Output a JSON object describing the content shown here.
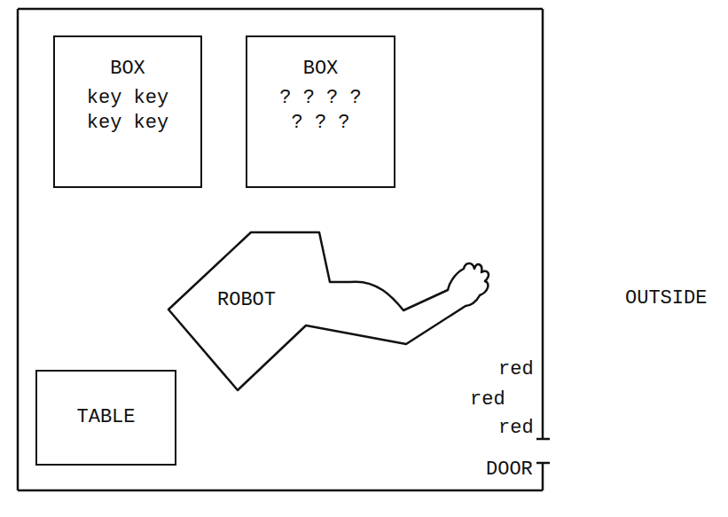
{
  "diagram": {
    "nodes": [
      {
        "text": [
          "BOX",
          "key key key key"
        ]
      },
      {
        "text": [
          "BOX",
          "? ? ? ? ? ? ?"
        ]
      },
      {
        "text": [
          "ROBOT"
        ]
      },
      {
        "text": [
          "TABLE"
        ]
      }
    ],
    "edges": [],
    "labels": [
      "OUTSIDE",
      "red",
      "red",
      "red",
      "DOOR"
    ]
  }
}
